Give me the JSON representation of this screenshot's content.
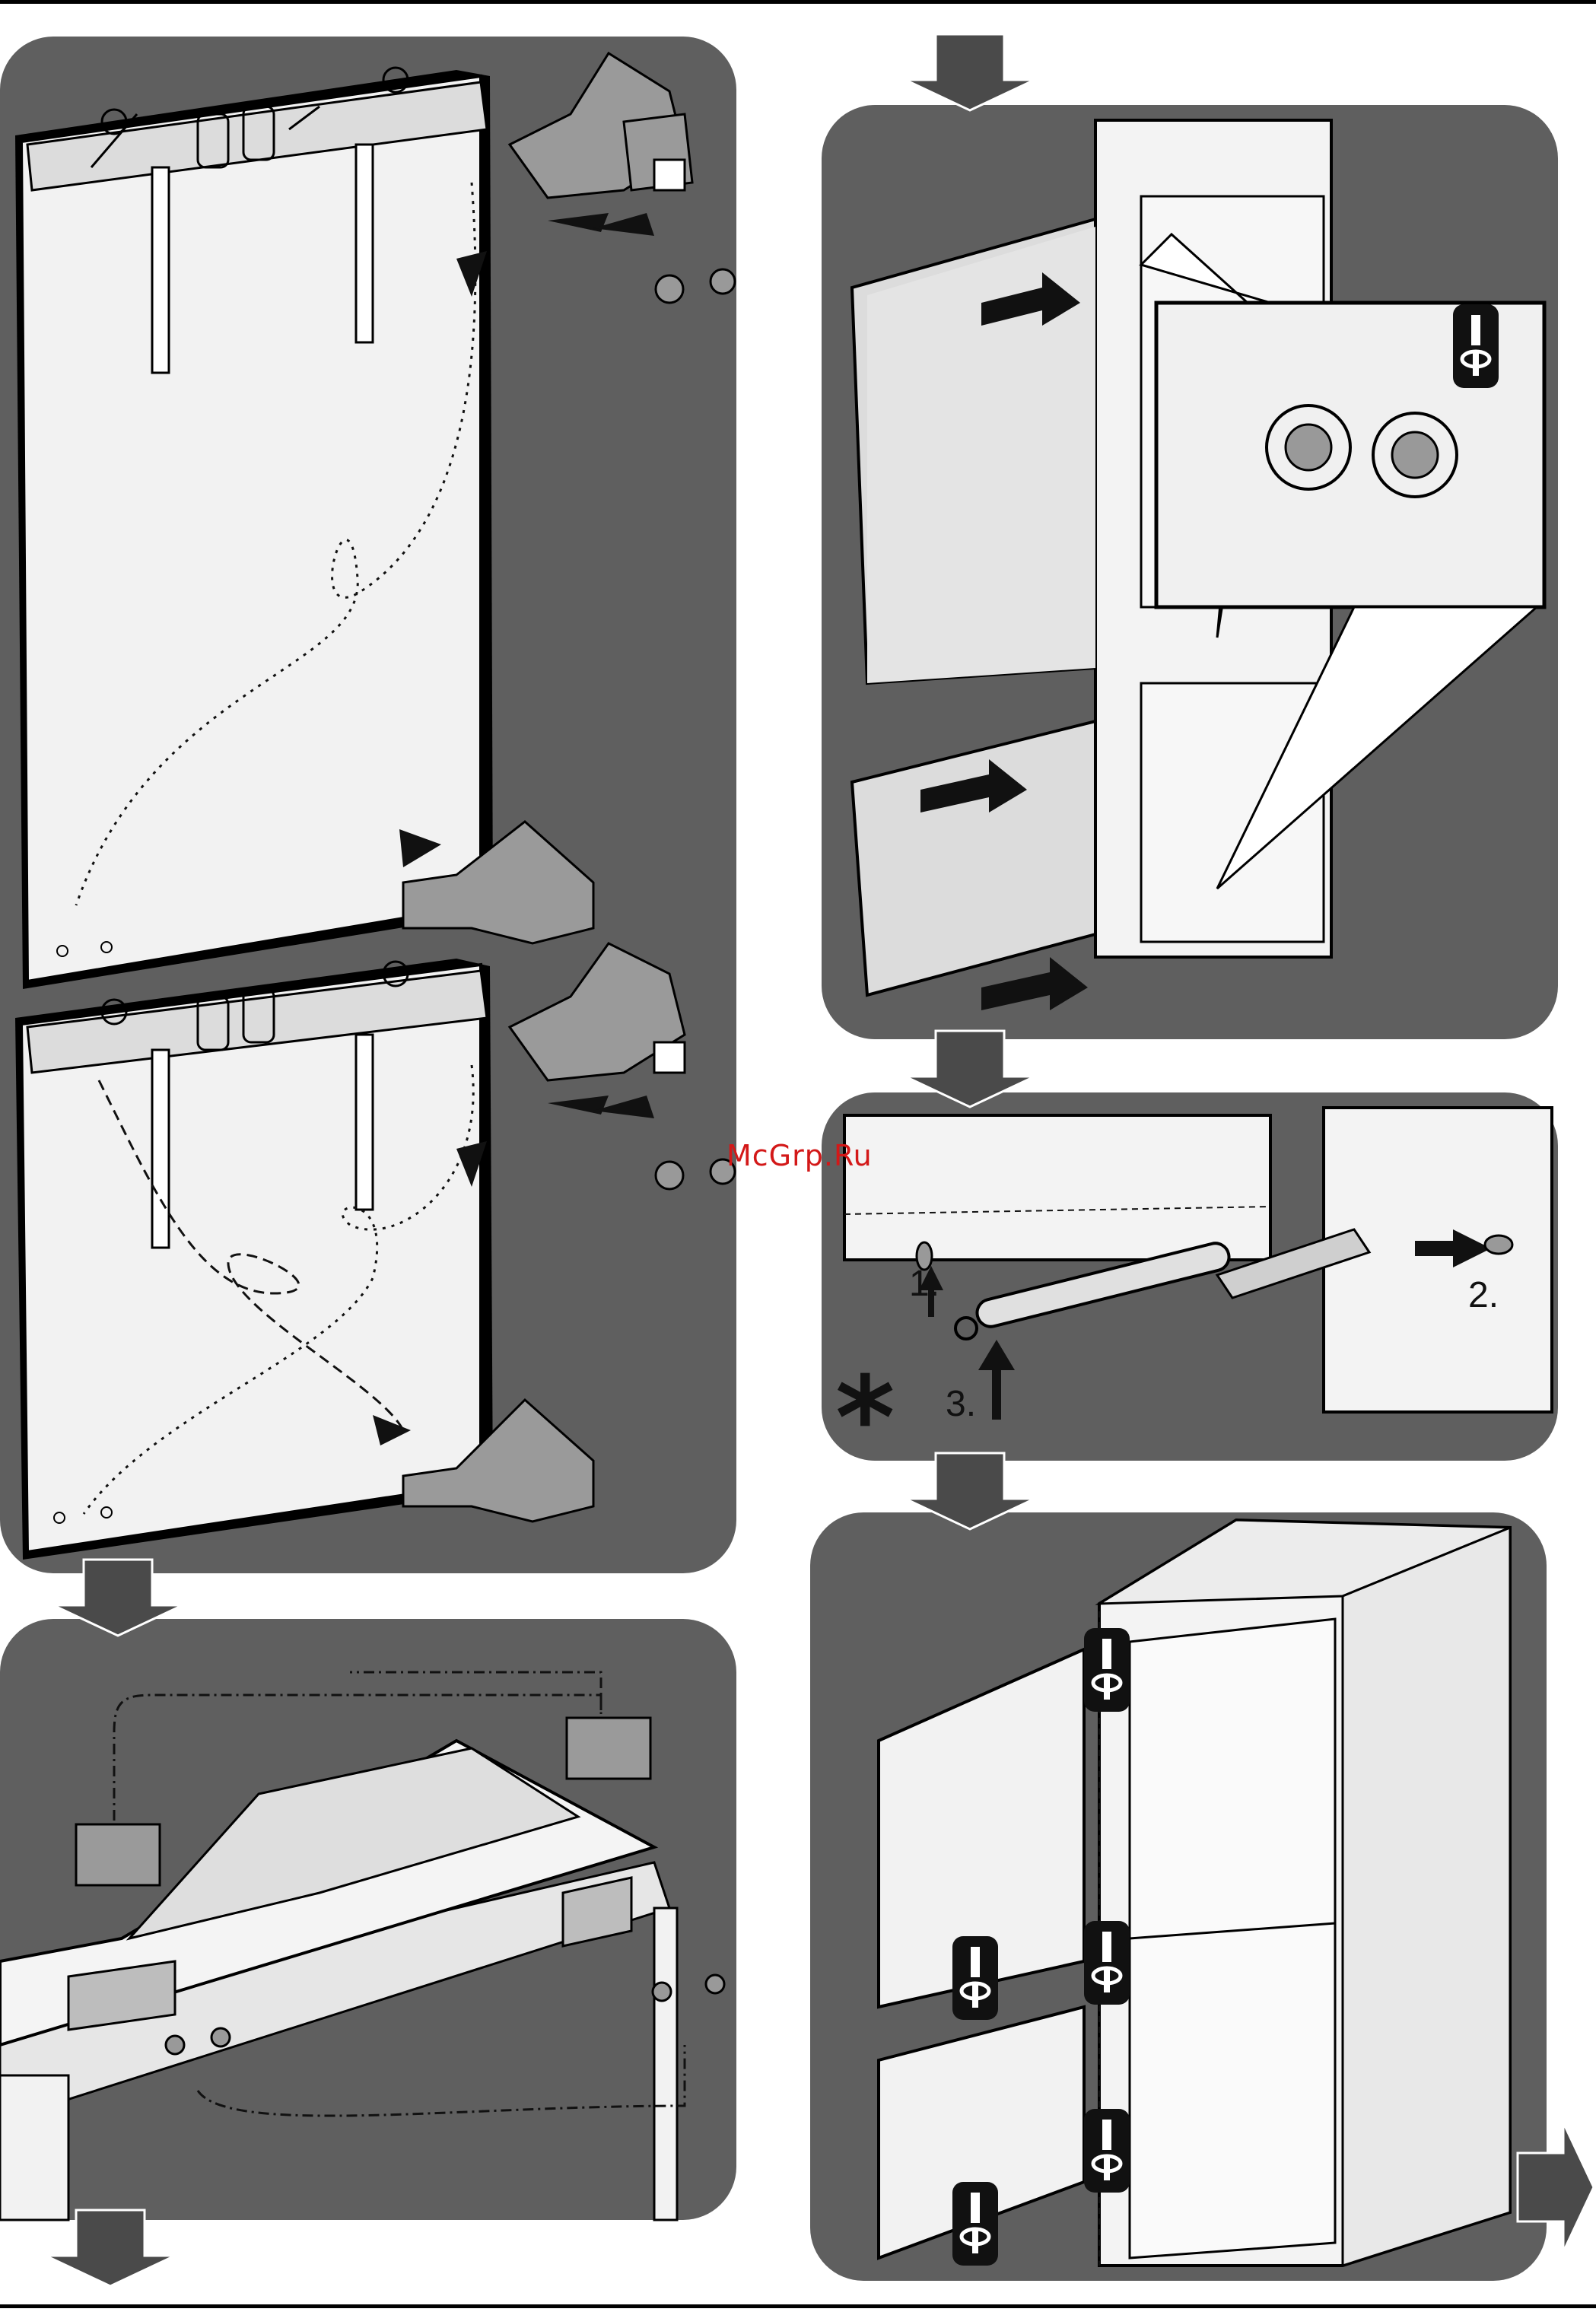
{
  "watermark": "McGrp.Ru",
  "steps": {
    "one": "1.",
    "two": "2.",
    "three": "3."
  },
  "colors": {
    "panel": "#5f5f5f",
    "arrow": "#4a4a4a",
    "door": "#efefef",
    "paper": "#ffffff"
  },
  "icons": [
    "screwdriver-icon",
    "asterisk-icon",
    "flow-arrow-icon"
  ]
}
